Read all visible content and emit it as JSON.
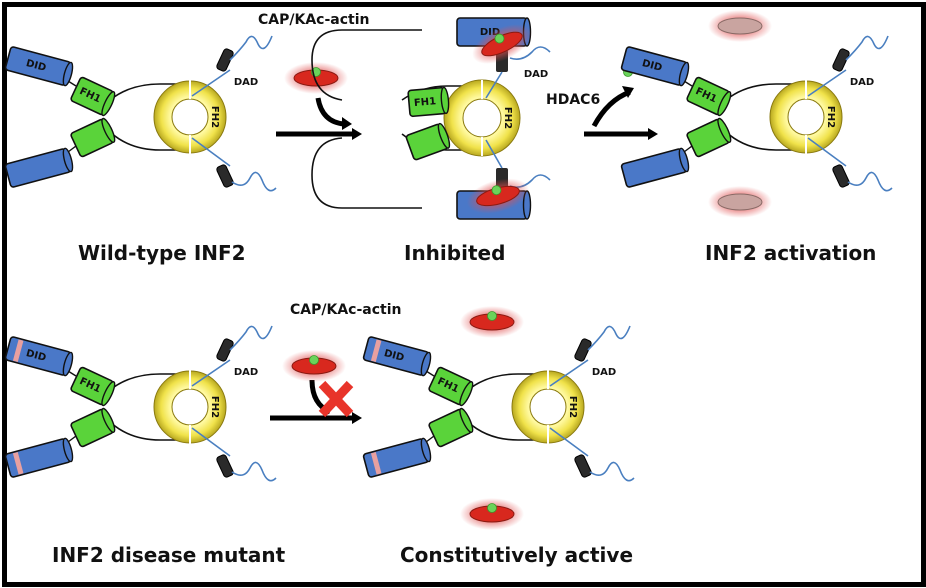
{
  "colors": {
    "did": "#4a78c8",
    "fh1": "#5ad33a",
    "fh2": "#f0e24a",
    "dad": "#2a2a2a",
    "tail": "#4a7fc0",
    "actin": "#d8281e",
    "actin_inactive": "#c9a4a0",
    "acetyl": "#6bd35a",
    "mutation": "#e8a0a0",
    "block": "#e8342a"
  },
  "labels": {
    "cap_actin_top": "CAP/KAc-actin",
    "cap_actin_bottom": "CAP/KAc-actin",
    "hdac6": "HDAC6"
  },
  "domains": {
    "did": "DID",
    "fh1": "FH1",
    "fh2": "FH2",
    "dad": "DAD"
  },
  "panels": [
    {
      "id": "wild-type",
      "title": "Wild-type INF2"
    },
    {
      "id": "inhibited",
      "title": "Inhibited"
    },
    {
      "id": "activation",
      "title": "INF2 activation"
    },
    {
      "id": "mutant",
      "title": "INF2 disease mutant"
    },
    {
      "id": "constitutive",
      "title": "Constitutively active"
    }
  ]
}
